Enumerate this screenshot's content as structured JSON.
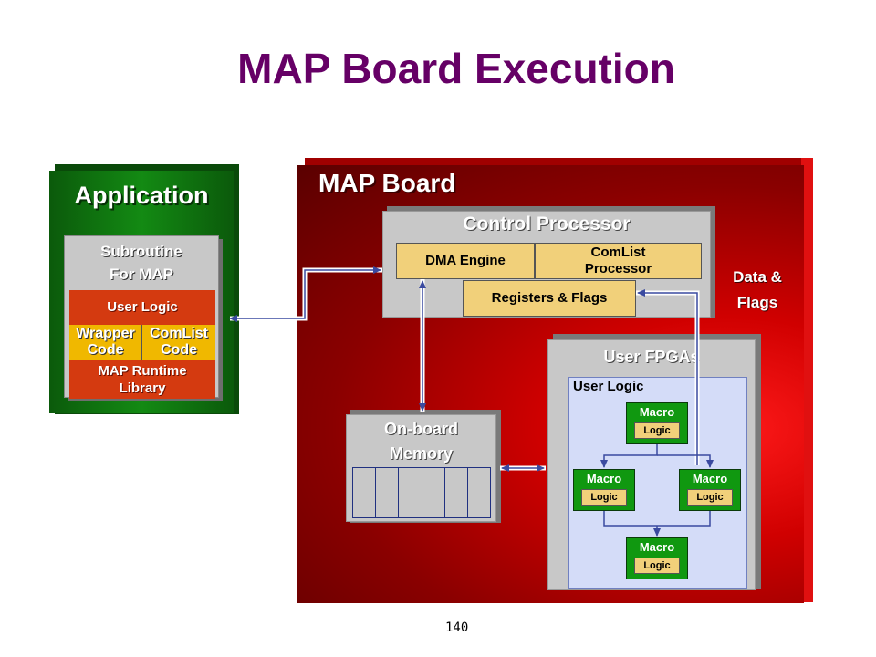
{
  "title": "MAP Board Execution",
  "application": {
    "title": "Application",
    "subroutine_line1": "Subroutine",
    "subroutine_line2": "For MAP",
    "user_logic": "User Logic",
    "wrapper_line1": "Wrapper",
    "wrapper_line2": "Code",
    "comlist_line1": "ComList",
    "comlist_line2": "Code",
    "runtime_line1": "MAP Runtime",
    "runtime_line2": "Library"
  },
  "map_board": {
    "title": "MAP Board",
    "control_processor": {
      "title": "Control Processor",
      "dma": "DMA Engine",
      "comlist_line1": "ComList",
      "comlist_line2": "Processor",
      "registers": "Registers & Flags"
    },
    "data_flags_line1": "Data &",
    "data_flags_line2": "Flags",
    "onboard_memory": {
      "line1": "On-board",
      "line2": "Memory"
    },
    "user_fpgas": {
      "title": "User FPGAs",
      "user_logic": "User Logic",
      "macro": "Macro",
      "logic": "Logic"
    }
  },
  "page_number": "140",
  "colors": {
    "title": "#660066",
    "application_green": "#138a13",
    "map_board_red": "#d00000",
    "panel_gray": "#c8c8c8",
    "tan_box": "#f1d07a",
    "arrow_blue": "#3a4aa0"
  }
}
